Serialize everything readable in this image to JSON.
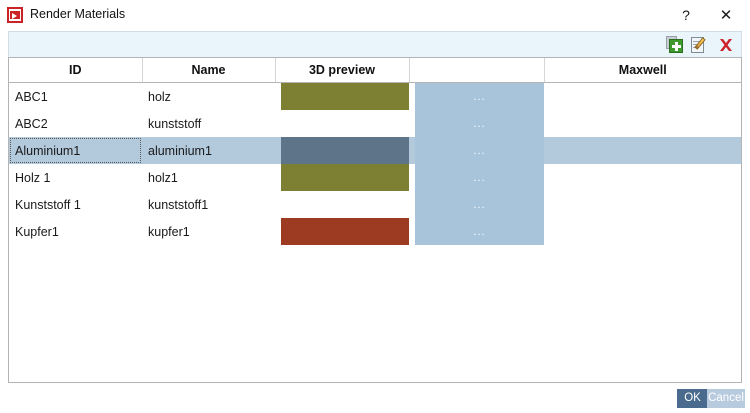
{
  "window": {
    "title": "Render Materials",
    "icon": "app-icon",
    "help_label": "?",
    "close_label": "✕"
  },
  "toolbar": {
    "icons": [
      {
        "name": "add-material-icon",
        "tooltip": "Add"
      },
      {
        "name": "edit-material-icon",
        "tooltip": "Edit"
      },
      {
        "name": "delete-material-icon",
        "tooltip": "Delete"
      }
    ]
  },
  "table": {
    "columns": [
      {
        "key": "id",
        "label": "ID"
      },
      {
        "key": "name",
        "label": "Name"
      },
      {
        "key": "preview",
        "label": "3D preview"
      },
      {
        "key": "action",
        "label": ""
      },
      {
        "key": "maxwell",
        "label": "Maxwell"
      }
    ],
    "rows": [
      {
        "id": "ABC1",
        "name": "holz",
        "preview_color": "#7d7f32",
        "has_preview": true,
        "action_label": "...",
        "maxwell": "",
        "selected": false
      },
      {
        "id": "ABC2",
        "name": "kunststoff",
        "preview_color": "",
        "has_preview": false,
        "action_label": "...",
        "maxwell": "",
        "selected": false
      },
      {
        "id": "Aluminium1",
        "name": "aluminium1",
        "preview_color": "#5d7489",
        "has_preview": true,
        "action_label": "...",
        "maxwell": "",
        "selected": true
      },
      {
        "id": "Holz 1",
        "name": "holz1",
        "preview_color": "#7d7f32",
        "has_preview": true,
        "action_label": "...",
        "maxwell": "",
        "selected": false
      },
      {
        "id": "Kunststoff 1",
        "name": "kunststoff1",
        "preview_color": "",
        "has_preview": false,
        "action_label": "...",
        "maxwell": "",
        "selected": false
      },
      {
        "id": "Kupfer1",
        "name": "kupfer1",
        "preview_color": "#9d3b22",
        "has_preview": true,
        "action_label": "...",
        "maxwell": "",
        "selected": false
      }
    ]
  },
  "footer": {
    "ok_label": "OK",
    "cancel_label": "Cancel"
  },
  "colors": {
    "selection": "#b3c9dc",
    "action_button": "#a8c4da",
    "toolstrip": "#e9f4fb",
    "ok_button": "#4a6b8e",
    "cancel_button": "#b8cade",
    "title_icon_red": "#cc2127"
  }
}
